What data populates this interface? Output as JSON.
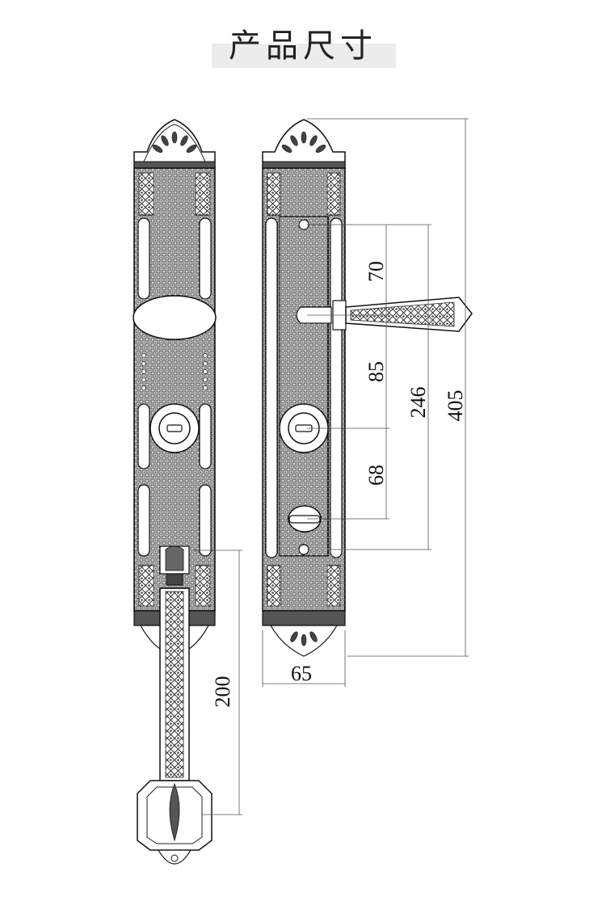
{
  "page": {
    "title": "产品尺寸"
  },
  "dimensions": {
    "upper_spacing": "70",
    "middle_spacing": "85",
    "lower_spacing": "68",
    "hole_span": "246",
    "plate_height": "405",
    "plate_width": "65",
    "handle_length": "200"
  },
  "colors": {
    "ink": "#111111",
    "fill_dark": "#555555",
    "band": "#ececec"
  }
}
